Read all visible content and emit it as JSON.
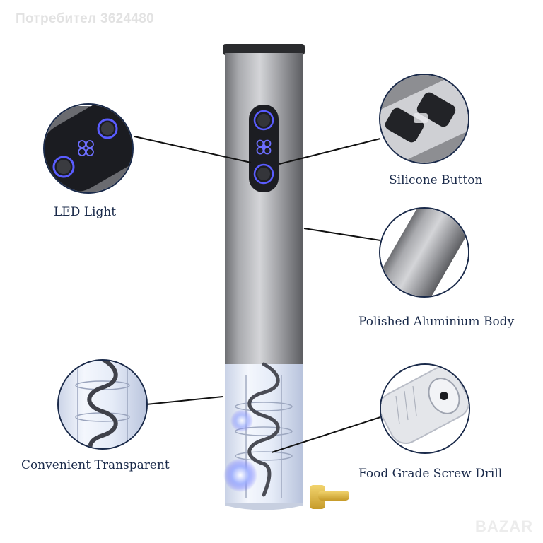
{
  "watermark": "Потребител 3624480",
  "brand": "BAZAR",
  "callouts": {
    "led": "LED Light",
    "silicone": "Silicone Button",
    "body": "Polished Aluminium Body",
    "transparent": "Convenient Transparent",
    "drill": "Food Grade Screw Drill"
  },
  "icons": [
    "led-ring-button-icon",
    "flower-logo-icon",
    "corkscrew-icon",
    "foil-cutter-icon"
  ],
  "colors": {
    "accent_led": "#5a5cff",
    "body_metal": "#9a9ba0",
    "label_text": "#1a2a4a"
  }
}
